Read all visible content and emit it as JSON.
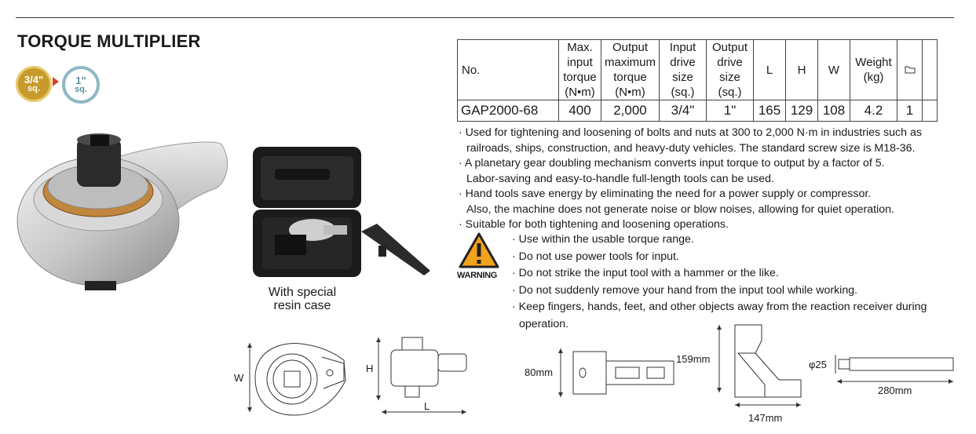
{
  "title": "TORQUE MULTIPLIER",
  "badges": {
    "input": {
      "size": "3/4\"",
      "unit": "sq."
    },
    "output": {
      "size": "1\"",
      "unit": "sq."
    },
    "colors": {
      "input": "#c79a2c",
      "output": "#8fb8c3",
      "arrow": "#d0442c"
    }
  },
  "spec_table": {
    "headers": {
      "no": "No.",
      "max_input": [
        "Max.",
        "input",
        "torque",
        "(N•m)"
      ],
      "output_max": [
        "Output",
        "maximum",
        "torque",
        "(N•m)"
      ],
      "input_drive": [
        "Input",
        "drive",
        "size",
        "(sq.)"
      ],
      "output_drive": [
        "Output",
        "drive",
        "size",
        "(sq.)"
      ],
      "l": "L",
      "h": "H",
      "w": "W",
      "weight": [
        "Weight",
        "(kg)"
      ],
      "qty_icon": "quantity-icon"
    },
    "row": {
      "no": "GAP2000-68",
      "max_input": "400",
      "output_max": "2,000",
      "input_drive": "3/4\"",
      "output_drive": "1\"",
      "l": "165",
      "h": "129",
      "w": "108",
      "weight": "4.2",
      "qty": "1"
    }
  },
  "features": [
    {
      "line1": "· Used for tightening and loosening of bolts and nuts at 300 to 2,000 N·m in industries such as",
      "line2": "railroads, ships, construction, and heavy-duty vehicles. The standard screw size is M18-36."
    },
    {
      "line1": "· A planetary gear doubling mechanism converts input torque to output by a factor of 5.",
      "line2": "Labor-saving and easy-to-handle full-length tools can be used."
    },
    {
      "line1": "· Hand tools save energy by eliminating the need for a power supply or compressor.",
      "line2": "Also, the machine does not generate noise or blow noises, allowing for quiet operation."
    },
    {
      "line1": "· Suitable for both tightening and loosening operations.",
      "line2": ""
    }
  ],
  "warning": {
    "label": "WARNING",
    "items": [
      {
        "line1": "· Use within the usable torque range.",
        "line2": ""
      },
      {
        "line1": "· Do not use power tools for input.",
        "line2": ""
      },
      {
        "line1": "· Do not strike the input tool with a hammer or the like.",
        "line2": ""
      },
      {
        "line1": "· Do not suddenly remove your hand from the input tool while working.",
        "line2": ""
      },
      {
        "line1": "· Keep fingers, hands, feet, and other objects away from the reaction receiver during",
        "line2": "operation."
      }
    ]
  },
  "case_caption": {
    "line1": "With special",
    "line2": "resin case"
  },
  "drawing_labels": {
    "w": "W",
    "h": "H",
    "l": "L"
  },
  "receiver_dims": {
    "height": "80mm",
    "tall": "159mm",
    "depth": "147mm"
  },
  "handle_dims": {
    "dia": "φ25",
    "length": "280mm"
  }
}
